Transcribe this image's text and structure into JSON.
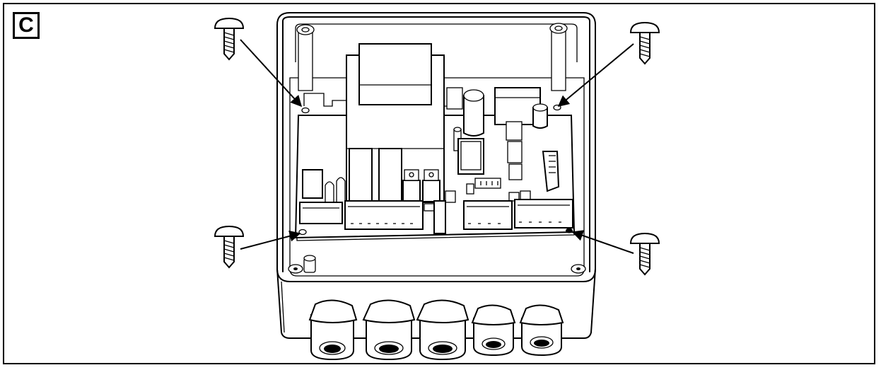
{
  "figure": {
    "panel_label": "C",
    "parts": [
      "enclosure",
      "control-board",
      "transformer",
      "capacitor",
      "relays",
      "terminal-blocks",
      "cable-glands",
      "fixing-screws"
    ],
    "screw_count": 4,
    "cable_gland_count": 5
  }
}
